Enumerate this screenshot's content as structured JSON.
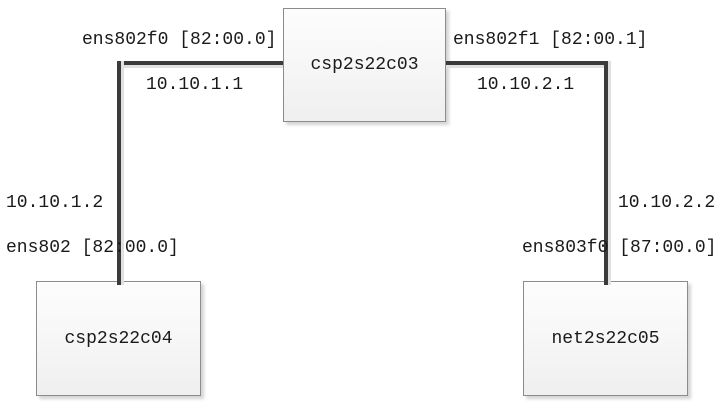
{
  "diagram_type": "network-topology",
  "nodes": [
    {
      "id": "csp2s22c03",
      "label": "csp2s22c03",
      "position": "top-center"
    },
    {
      "id": "csp2s22c04",
      "label": "csp2s22c04",
      "position": "bottom-left"
    },
    {
      "id": "net2s22c05",
      "label": "net2s22c05",
      "position": "bottom-right"
    }
  ],
  "links": [
    {
      "from": "csp2s22c03",
      "to": "csp2s22c04",
      "if_a": "ens802f0 [82:00.0]",
      "ip_a": "10.10.1.1",
      "ip_b": "10.10.1.2",
      "if_b": "ens802 [82:00.0]"
    },
    {
      "from": "csp2s22c03",
      "to": "net2s22c05",
      "if_a": "ens802f1 [82:00.1]",
      "ip_a": "10.10.2.1",
      "ip_b": "10.10.2.2",
      "if_b": "ens803f0 [87:00.0]"
    }
  ],
  "colors": {
    "background": "#ffffff",
    "line": "#3b3b3b",
    "line_shadow": "#e0e0e0",
    "box_border": "#8c8c8c",
    "box_fill_top": "#fdfdfd",
    "box_fill_bottom": "#efefef",
    "text": "#1a1a1a"
  }
}
